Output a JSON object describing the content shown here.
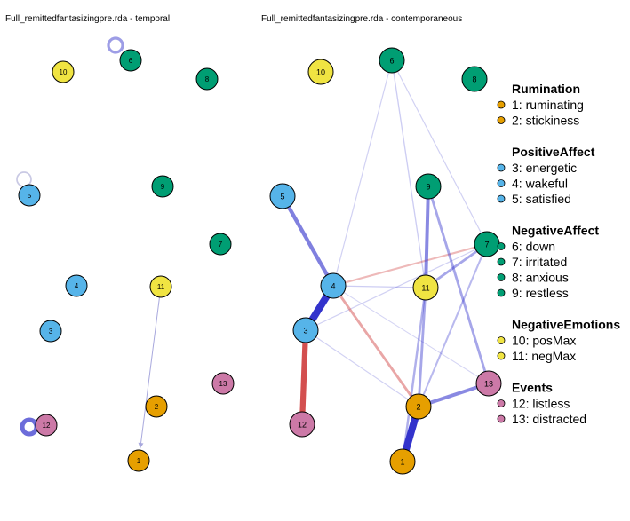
{
  "panels": [
    {
      "id": "temporal",
      "title": "Full_remittedfantasizingpre.rda - temporal"
    },
    {
      "id": "contemporaneous",
      "title": "Full_remittedfantasizingpre.rda - contemporaneous"
    }
  ],
  "group_colors": {
    "Rumination": "#E69F00",
    "PositiveAffect": "#56B4E9",
    "NegativeAffect": "#009E73",
    "NegativeEmotions": "#F0E442",
    "Events": "#CC79A7"
  },
  "nodes": [
    {
      "id": "1",
      "group": "Rumination"
    },
    {
      "id": "2",
      "group": "Rumination"
    },
    {
      "id": "3",
      "group": "PositiveAffect"
    },
    {
      "id": "4",
      "group": "PositiveAffect"
    },
    {
      "id": "5",
      "group": "PositiveAffect"
    },
    {
      "id": "6",
      "group": "NegativeAffect"
    },
    {
      "id": "7",
      "group": "NegativeAffect"
    },
    {
      "id": "8",
      "group": "NegativeAffect"
    },
    {
      "id": "9",
      "group": "NegativeAffect"
    },
    {
      "id": "10",
      "group": "NegativeEmotions"
    },
    {
      "id": "11",
      "group": "NegativeEmotions"
    },
    {
      "id": "12",
      "group": "Events"
    },
    {
      "id": "13",
      "group": "Events"
    }
  ],
  "temporal_edges": [
    {
      "from": "6",
      "to": "6",
      "sign": "positive",
      "weight": 0.35,
      "self_loop": true
    },
    {
      "from": "5",
      "to": "5",
      "sign": "positive",
      "weight": 0.15,
      "self_loop": true
    },
    {
      "from": "12",
      "to": "12",
      "sign": "positive",
      "weight": 0.6,
      "self_loop": true
    },
    {
      "from": "11",
      "to": "1",
      "sign": "positive",
      "weight": 0.1,
      "directed": true
    }
  ],
  "contemporaneous_edges": [
    {
      "from": "1",
      "to": "2",
      "sign": "positive",
      "weight": 1.0
    },
    {
      "from": "3",
      "to": "4",
      "sign": "positive",
      "weight": 1.0
    },
    {
      "from": "3",
      "to": "12",
      "sign": "negative",
      "weight": 0.75
    },
    {
      "from": "4",
      "to": "5",
      "sign": "positive",
      "weight": 0.5
    },
    {
      "from": "9",
      "to": "11",
      "sign": "positive",
      "weight": 0.45
    },
    {
      "from": "2",
      "to": "13",
      "sign": "positive",
      "weight": 0.45
    },
    {
      "from": "9",
      "to": "13",
      "sign": "positive",
      "weight": 0.3
    },
    {
      "from": "2",
      "to": "11",
      "sign": "positive",
      "weight": 0.3
    },
    {
      "from": "2",
      "to": "4",
      "sign": "negative",
      "weight": 0.3
    },
    {
      "from": "4",
      "to": "7",
      "sign": "negative",
      "weight": 0.2
    },
    {
      "from": "11",
      "to": "7",
      "sign": "positive",
      "weight": 0.3
    },
    {
      "from": "1",
      "to": "11",
      "sign": "positive",
      "weight": 0.25
    },
    {
      "from": "2",
      "to": "7",
      "sign": "positive",
      "weight": 0.2
    },
    {
      "from": "6",
      "to": "11",
      "sign": "positive",
      "weight": 0.1
    },
    {
      "from": "6",
      "to": "4",
      "sign": "positive",
      "weight": 0.08
    },
    {
      "from": "6",
      "to": "7",
      "sign": "positive",
      "weight": 0.08
    },
    {
      "from": "4",
      "to": "11",
      "sign": "positive",
      "weight": 0.1
    },
    {
      "from": "3",
      "to": "7",
      "sign": "positive",
      "weight": 0.08
    },
    {
      "from": "4",
      "to": "13",
      "sign": "positive",
      "weight": 0.06
    },
    {
      "from": "3",
      "to": "2",
      "sign": "positive",
      "weight": 0.08
    }
  ],
  "legend": [
    {
      "title": "Rumination",
      "group": "Rumination",
      "items": [
        "1: ruminating",
        "2: stickiness"
      ]
    },
    {
      "title": "PositiveAffect",
      "group": "PositiveAffect",
      "items": [
        "3: energetic",
        "4: wakeful",
        "5: satisfied"
      ]
    },
    {
      "title": "NegativeAffect",
      "group": "NegativeAffect",
      "items": [
        "6: down",
        "7: irritated",
        "8: anxious",
        "9: restless"
      ]
    },
    {
      "title": "NegativeEmotions",
      "group": "NegativeEmotions",
      "items": [
        "10: posMax",
        "11: negMax"
      ]
    },
    {
      "title": "Events",
      "group": "Events",
      "items": [
        "12: listless",
        "13: distracted"
      ]
    }
  ],
  "edge_colors": {
    "positive": "#3333CC",
    "negative": "#CC3333"
  }
}
